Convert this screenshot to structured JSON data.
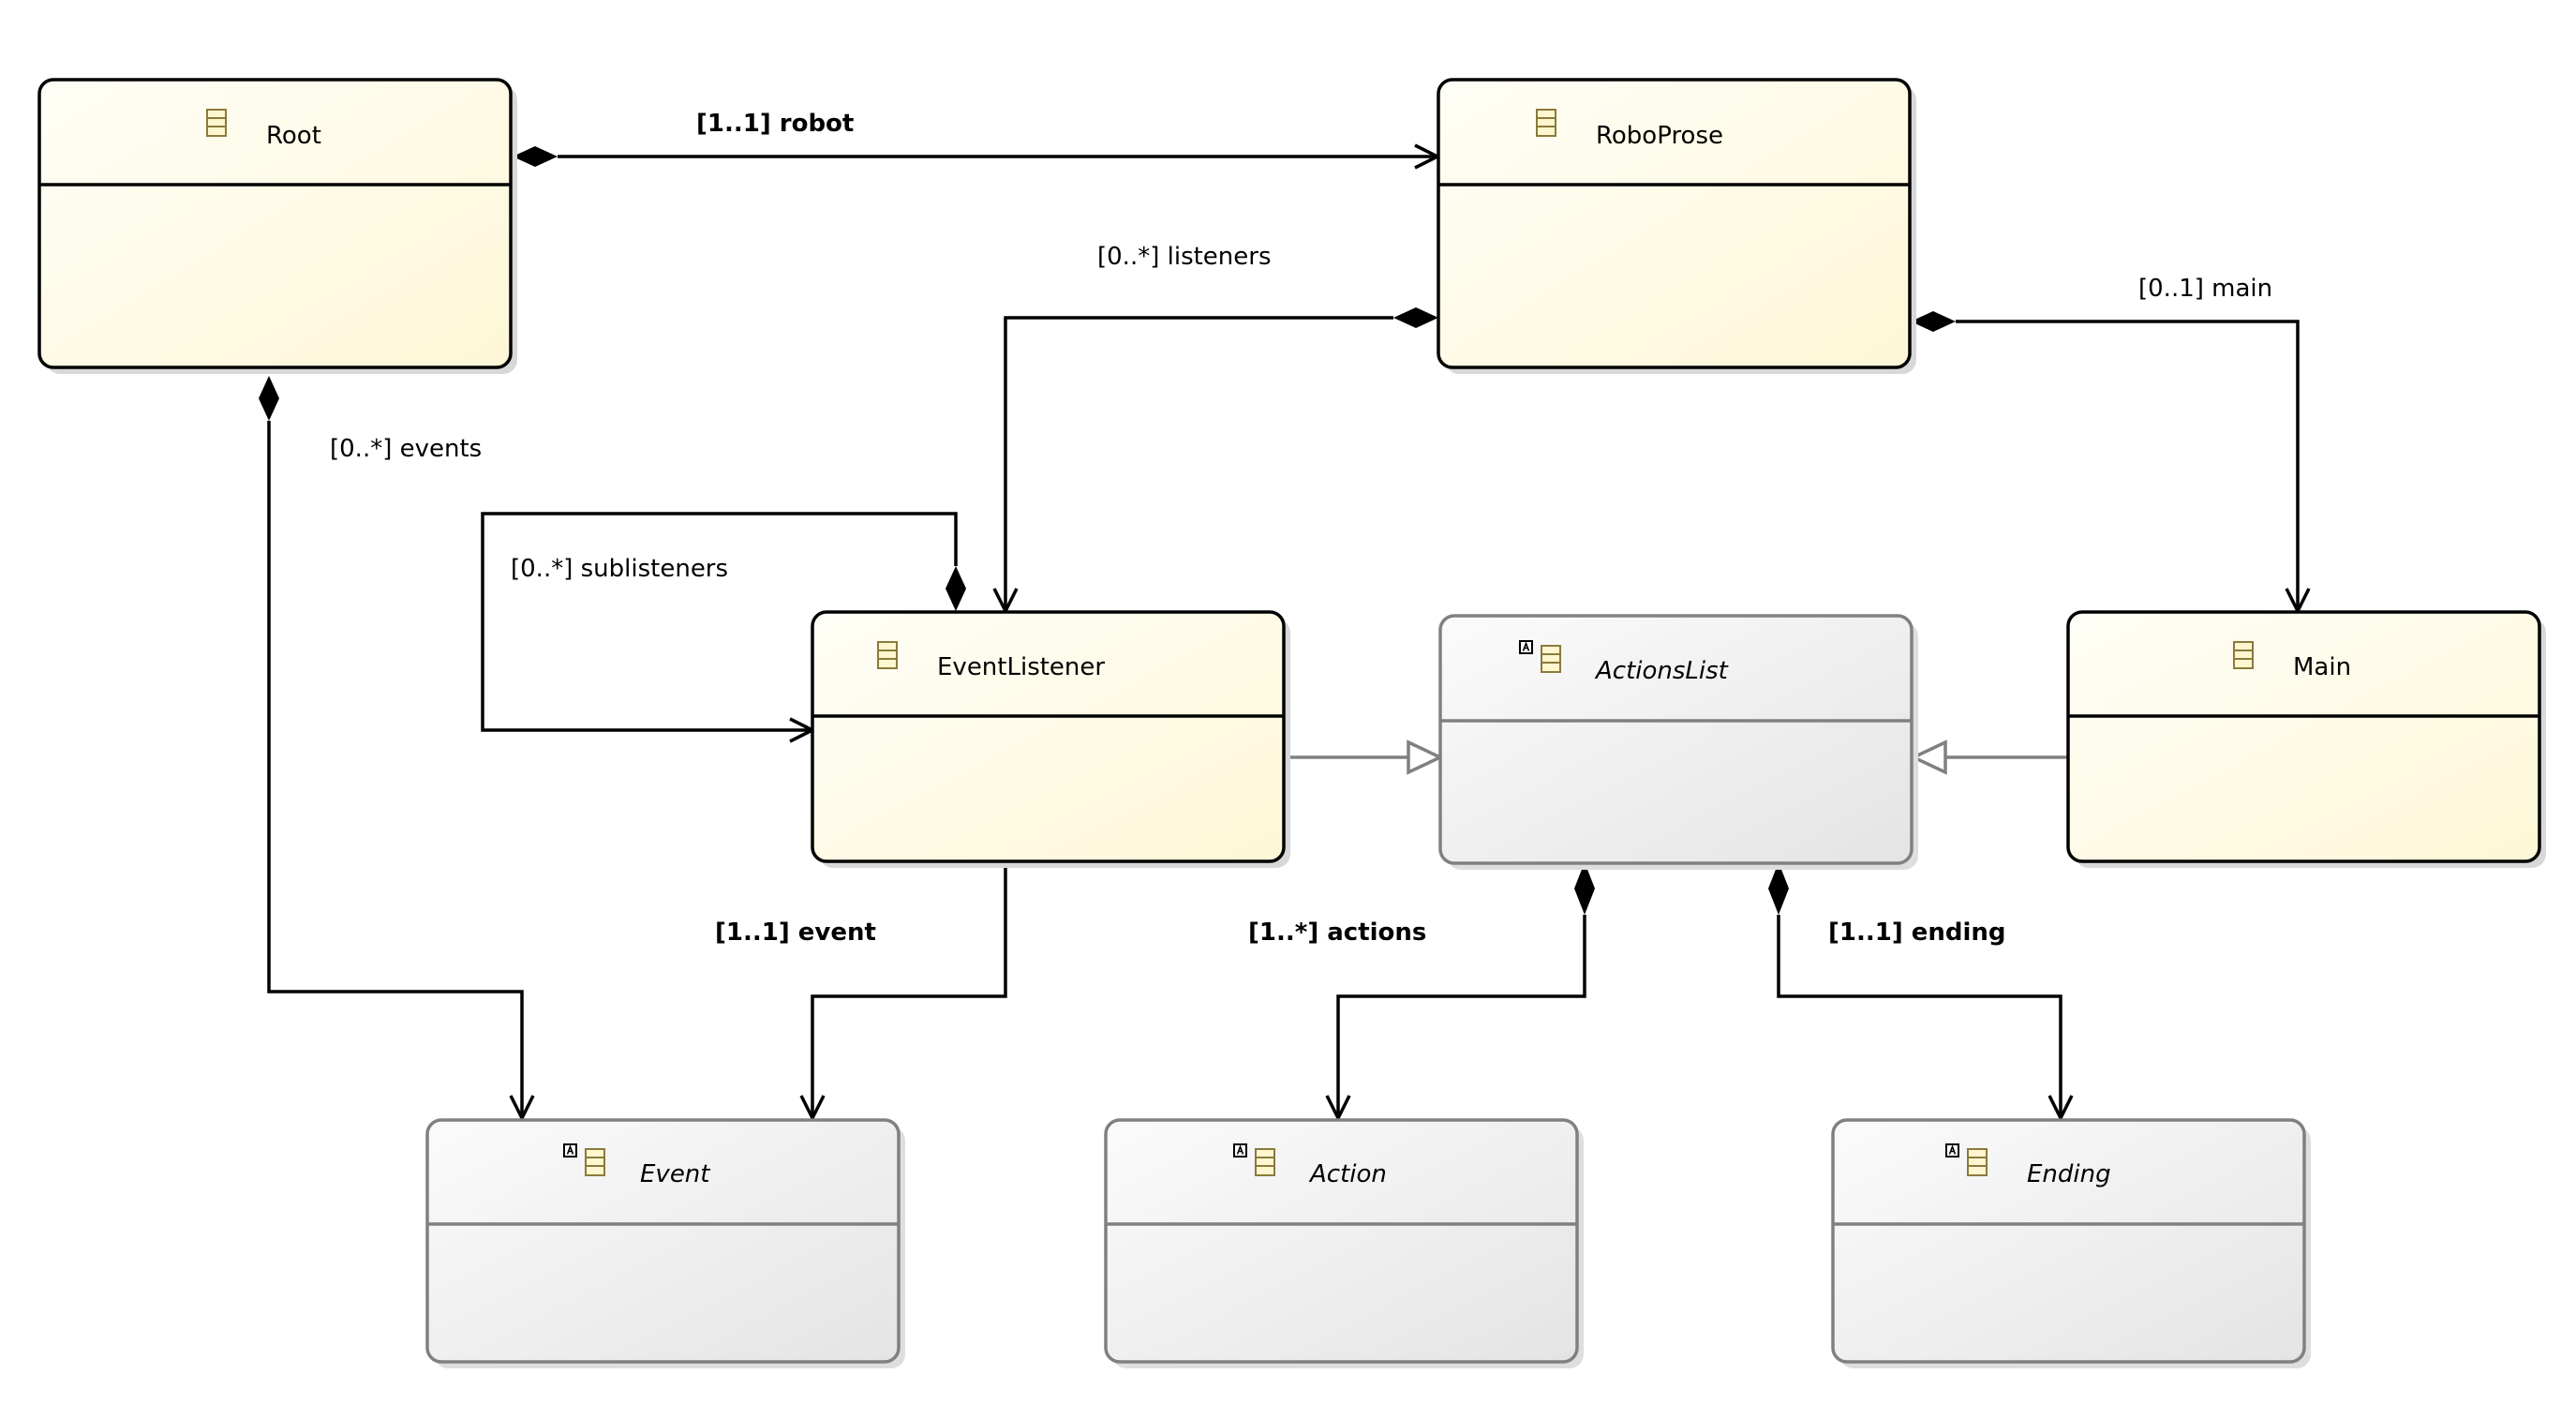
{
  "diagram": {
    "classes": {
      "root": {
        "name": "Root",
        "abstract": false
      },
      "roboprose": {
        "name": "RoboProse",
        "abstract": false
      },
      "event_listener": {
        "name": "EventListener",
        "abstract": false
      },
      "actions_list": {
        "name": "ActionsList",
        "abstract": true
      },
      "main": {
        "name": "Main",
        "abstract": false
      },
      "event": {
        "name": "Event",
        "abstract": true
      },
      "action": {
        "name": "Action",
        "abstract": true
      },
      "ending": {
        "name": "Ending",
        "abstract": true
      }
    },
    "references": {
      "robot": {
        "label": "[1..1] robot",
        "from": "Root",
        "to": "RoboProse",
        "containment": true,
        "required": true
      },
      "listeners": {
        "label": "[0..*] listeners",
        "from": "RoboProse",
        "to": "EventListener",
        "containment": true,
        "required": false
      },
      "main": {
        "label": "[0..1] main",
        "from": "RoboProse",
        "to": "Main",
        "containment": true,
        "required": false
      },
      "events": {
        "label": "[0..*] events",
        "from": "Root",
        "to": "Event",
        "containment": true,
        "required": false
      },
      "sublisteners": {
        "label": "[0..*] sublisteners",
        "from": "EventListener",
        "to": "EventListener",
        "containment": true,
        "required": false
      },
      "event": {
        "label": "[1..1] event",
        "from": "EventListener",
        "to": "Event",
        "containment": false,
        "required": true
      },
      "actions": {
        "label": "[1..*] actions",
        "from": "ActionsList",
        "to": "Action",
        "containment": true,
        "required": true
      },
      "ending": {
        "label": "[1..1] ending",
        "from": "ActionsList",
        "to": "Ending",
        "containment": true,
        "required": true
      }
    },
    "generalizations": [
      {
        "sub": "EventListener",
        "super": "ActionsList"
      },
      {
        "sub": "Main",
        "super": "ActionsList"
      }
    ],
    "colors": {
      "concrete_fill_light": "#fffef5",
      "concrete_fill_dark": "#fdf8d8",
      "abstract_fill_light": "#fafafa",
      "abstract_fill_dark": "#e6e6e6",
      "concrete_border": "#000000",
      "abstract_border": "#808080",
      "class_icon": "#8b7a3a",
      "generalization_line": "#808080"
    }
  }
}
